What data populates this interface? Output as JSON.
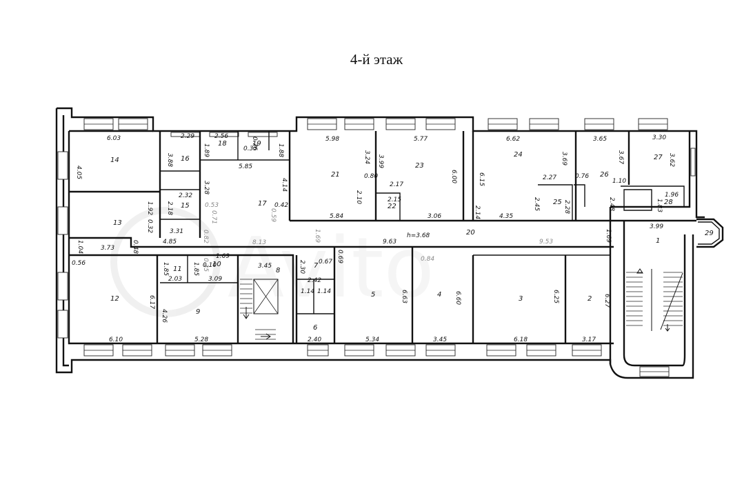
{
  "page": {
    "title": "4-й этаж"
  },
  "rooms": [
    {
      "id": "r1",
      "label": "1"
    },
    {
      "id": "r2",
      "label": "2"
    },
    {
      "id": "r3",
      "label": "3"
    },
    {
      "id": "r4",
      "label": "4"
    },
    {
      "id": "r5",
      "label": "5"
    },
    {
      "id": "r6",
      "label": "6"
    },
    {
      "id": "r7",
      "label": "7"
    },
    {
      "id": "r8",
      "label": "8"
    },
    {
      "id": "r9",
      "label": "9"
    },
    {
      "id": "r10",
      "label": "10"
    },
    {
      "id": "r11",
      "label": "11"
    },
    {
      "id": "r12",
      "label": "12"
    },
    {
      "id": "r13",
      "label": "13"
    },
    {
      "id": "r14",
      "label": "14"
    },
    {
      "id": "r15",
      "label": "15"
    },
    {
      "id": "r16",
      "label": "16"
    },
    {
      "id": "r17",
      "label": "17"
    },
    {
      "id": "r18",
      "label": "18"
    },
    {
      "id": "r19",
      "label": "19"
    },
    {
      "id": "r20",
      "label": "20"
    },
    {
      "id": "r21",
      "label": "21"
    },
    {
      "id": "r22",
      "label": "22"
    },
    {
      "id": "r23",
      "label": "23"
    },
    {
      "id": "r24",
      "label": "24"
    },
    {
      "id": "r25",
      "label": "25"
    },
    {
      "id": "r26",
      "label": "26"
    },
    {
      "id": "r27",
      "label": "27"
    },
    {
      "id": "r28",
      "label": "28"
    },
    {
      "id": "r29",
      "label": "29"
    }
  ],
  "dimensions": [
    "6.03",
    "4.05",
    "2.29",
    "3.88",
    "2.56",
    "1.89",
    "0.76",
    "0.33",
    "1.88",
    "5.98",
    "3.24",
    "5.77",
    "3.99",
    "6.00",
    "6.62",
    "6.15",
    "3.69",
    "3.65",
    "3.67",
    "3.30",
    "3.62",
    "5.85",
    "4.14",
    "3.28",
    "2.32",
    "2.18",
    "0.53",
    "0.71",
    "0.42",
    "0.59",
    "1.92",
    "0.32",
    "3.31",
    "0.82",
    "2.10",
    "0.80",
    "2.17",
    "2.15",
    "2.27",
    "0.76",
    "1.10",
    "2.45",
    "2.28",
    "2.48",
    "1.83",
    "1.96",
    "5.84",
    "3.06",
    "4.35",
    "2.14",
    "1.69",
    "3.99",
    "1.69",
    "h=3.68",
    "9.63",
    "9.53",
    "8.13",
    "1.04",
    "3.73",
    "0.48",
    "4.85",
    "0.56",
    "1.85",
    "1.85",
    "0.35",
    "1.69",
    "0.10",
    "2.03",
    "3.09",
    "3.45",
    "2.30",
    "0.67",
    "0.69",
    "0.84",
    "2.42",
    "1.14",
    "1.14",
    "6.17",
    "4.26",
    "6.63",
    "6.60",
    "6.25",
    "6.27",
    "2.40",
    "6.10",
    "5.28",
    "5.34",
    "3.45",
    "6.18",
    "3.17"
  ]
}
